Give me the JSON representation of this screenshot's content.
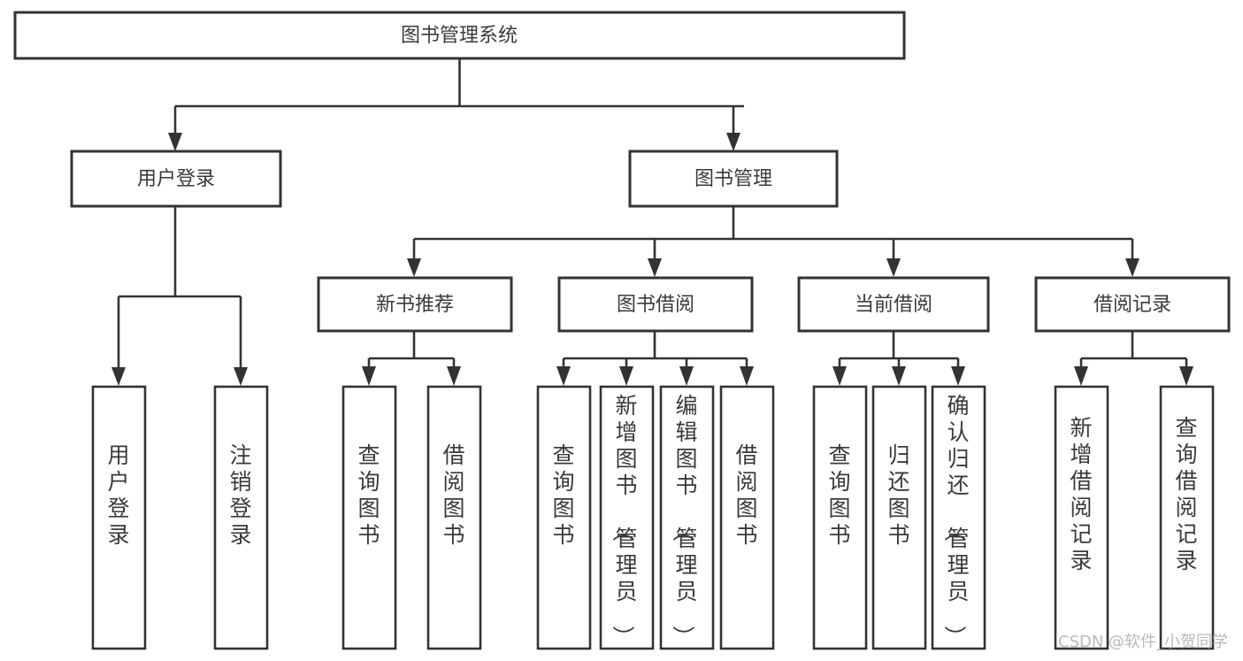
{
  "diagram": {
    "type": "tree-hierarchy",
    "title": "图书管理系统",
    "orientation": "top-down",
    "colors": {
      "box_stroke": "#333333",
      "box_fill": "#ffffff",
      "text": "#3a3a3a",
      "connector": "#333333",
      "watermark": "#b9b9b9",
      "background": "#ffffff"
    },
    "levels": {
      "level1": {
        "label": "图书管理系统"
      },
      "level2": [
        {
          "id": "user-login",
          "label": "用户登录"
        },
        {
          "id": "book-management",
          "label": "图书管理"
        }
      ],
      "level3": [
        {
          "id": "new-book-recommend",
          "label": "新书推荐",
          "parent": "book-management"
        },
        {
          "id": "book-borrow",
          "label": "图书借阅",
          "parent": "book-management"
        },
        {
          "id": "current-borrow",
          "label": "当前借阅",
          "parent": "book-management"
        },
        {
          "id": "borrow-record",
          "label": "借阅记录",
          "parent": "book-management"
        }
      ],
      "level4": [
        {
          "id": "leaf-user-login",
          "label": "用户登录",
          "parent": "user-login"
        },
        {
          "id": "leaf-logout-login",
          "label": "注销登录",
          "parent": "user-login"
        },
        {
          "id": "leaf-query-book-1",
          "label": "查询图书",
          "parent": "new-book-recommend"
        },
        {
          "id": "leaf-borrow-book-1",
          "label": "借阅图书",
          "parent": "new-book-recommend"
        },
        {
          "id": "leaf-query-book-2",
          "label": "查询图书",
          "parent": "book-borrow"
        },
        {
          "id": "leaf-add-book",
          "label": "新增图书（管理员）",
          "parent": "book-borrow"
        },
        {
          "id": "leaf-edit-book",
          "label": "编辑图书（管理员）",
          "parent": "book-borrow"
        },
        {
          "id": "leaf-borrow-book-2",
          "label": "借阅图书",
          "parent": "book-borrow"
        },
        {
          "id": "leaf-query-book-3",
          "label": "查询图书",
          "parent": "current-borrow"
        },
        {
          "id": "leaf-return-book",
          "label": "归还图书",
          "parent": "current-borrow"
        },
        {
          "id": "leaf-confirm-return",
          "label": "确认归还（管理员）",
          "parent": "current-borrow"
        },
        {
          "id": "leaf-add-record",
          "label": "新增借阅记录",
          "parent": "borrow-record"
        },
        {
          "id": "leaf-query-record",
          "label": "查询借阅记录",
          "parent": "borrow-record"
        }
      ]
    },
    "watermark": "CSDN @软件_小贺同学"
  }
}
